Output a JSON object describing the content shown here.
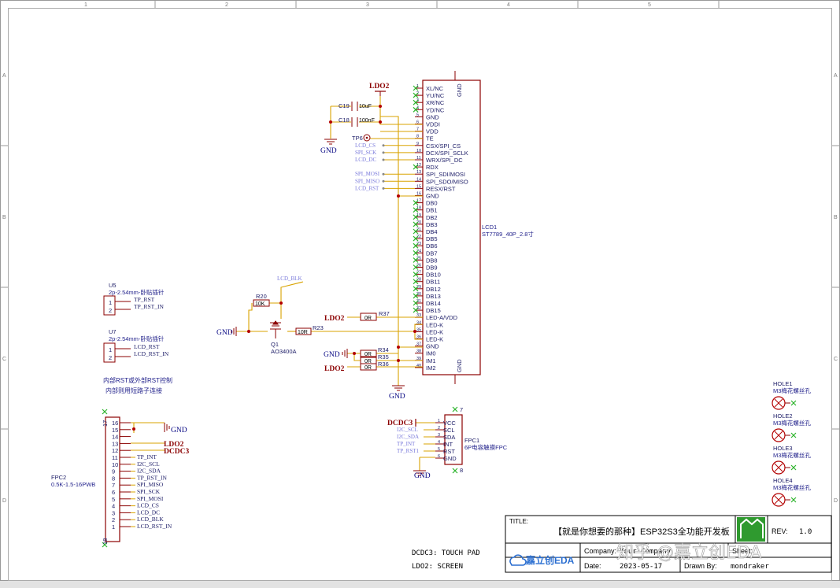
{
  "frame": {
    "cols": [
      "1",
      "2",
      "3",
      "4",
      "5"
    ],
    "rows": [
      "A",
      "B",
      "C",
      "D"
    ]
  },
  "lcd": {
    "ref": "LCD1",
    "value": "ST7789_40P_2.8寸",
    "gnd_top": "GND",
    "gnd_bottom": "GND",
    "pins": [
      "XL/NC",
      "YU/NC",
      "XR/NC",
      "YD/NC",
      "GND",
      "VDDI",
      "VDD",
      "TE",
      "CSX/SPI_CS",
      "DCX/SPI_SCLK",
      "WRX/SPI_DC",
      "RDX",
      "SPI_SDI/MOSI",
      "SPI_SDO/MISO",
      "RESX/RST",
      "GND",
      "DB0",
      "DB1",
      "DB2",
      "DB3",
      "DB4",
      "DB5",
      "DB6",
      "DB7",
      "DB8",
      "DB9",
      "DB10",
      "DB11",
      "DB12",
      "DB13",
      "DB14",
      "DB15",
      "LED-A/VDD",
      "LED-K",
      "LED-K",
      "LED-K",
      "GND",
      "IM0",
      "IM1",
      "IM2"
    ],
    "pin_numbers": [
      "1",
      "2",
      "3",
      "4",
      "5",
      "6",
      "7",
      "8",
      "9",
      "10",
      "11",
      "12",
      "13",
      "14",
      "15",
      "16",
      "17",
      "18",
      "19",
      "20",
      "21",
      "22",
      "23",
      "24",
      "25",
      "26",
      "27",
      "28",
      "29",
      "30",
      "31",
      "32",
      "33",
      "34",
      "35",
      "36",
      "37",
      "38",
      "39",
      "40"
    ],
    "net_labels": [
      {
        "pin": 9,
        "text": "LCD_CS"
      },
      {
        "pin": 10,
        "text": "SPI_SCK"
      },
      {
        "pin": 11,
        "text": "LCD_DC"
      },
      {
        "pin": 13,
        "text": "SPI_MOSI"
      },
      {
        "pin": 14,
        "text": "SPI_MISO"
      },
      {
        "pin": 15,
        "text": "LCD_RST"
      }
    ]
  },
  "power": {
    "ldo2": "LDO2",
    "gnd": "GND",
    "dcdc3": "DCDC3"
  },
  "caps": [
    {
      "ref": "C19",
      "value": "10uF"
    },
    {
      "ref": "C18",
      "value": "100nF"
    }
  ],
  "tp6": "TP6",
  "resistors": [
    {
      "ref": "R37",
      "value": "0R"
    },
    {
      "ref": "R34",
      "value": "0R"
    },
    {
      "ref": "R35",
      "value": "0R"
    },
    {
      "ref": "R36",
      "value": "0R"
    },
    {
      "ref": "R20",
      "value": "10K"
    },
    {
      "ref": "R23",
      "value": "10R"
    }
  ],
  "mosfet": {
    "ref": "Q1",
    "value": "AO3400A",
    "net": "LCD_BLK"
  },
  "u5": {
    "ref": "U5",
    "value": "2p-2.54mm-卧贴插针",
    "pins": [
      "1",
      "2"
    ],
    "nets": [
      "TP_RST",
      "TP_RST_IN"
    ]
  },
  "u7": {
    "ref": "U7",
    "value": "2p-2.54mm-卧贴插针",
    "pins": [
      "1",
      "2"
    ],
    "nets": [
      "LCD_RST",
      "LCD_RST_IN"
    ]
  },
  "note": {
    "line1": "内部RST或外部RST控制",
    "line2": "内部则用短路子连接"
  },
  "fpc2": {
    "ref": "FPC2",
    "value": "0.5K-1.5-16PWB",
    "corner_top": "17",
    "corner_bottom": "18",
    "pins": [
      "16",
      "15",
      "14",
      "13",
      "12",
      "11",
      "10",
      "9",
      "8",
      "7",
      "6",
      "5",
      "4",
      "3",
      "2",
      "1"
    ],
    "nets": [
      "",
      "",
      "",
      "",
      "",
      "TP_INT",
      "I2C_SCL",
      "I2C_SDA",
      "TP_RST_IN",
      "SPI_MISO",
      "SPI_SCK",
      "SPI_MOSI",
      "LCD_CS",
      "LCD_DC",
      "LCD_BLK",
      "LCD_RST_IN"
    ]
  },
  "fpc1": {
    "ref": "FPC1",
    "value": "6P电容触摸FPC",
    "corner": "7",
    "corner_bottom": "8",
    "pins": [
      "VCC",
      "SCL",
      "SDA",
      "INT",
      "RST",
      "GND"
    ],
    "pin_numbers": [
      "1",
      "2",
      "3",
      "4",
      "5",
      "6"
    ],
    "nets": [
      "",
      "I2C_SCL",
      "I2C_SDA",
      "TP_INT",
      "TP_RST1",
      ""
    ]
  },
  "holes": [
    {
      "ref": "HOLE1",
      "value": "M3梅花螺丝孔"
    },
    {
      "ref": "HOLE2",
      "value": "M3梅花螺丝孔"
    },
    {
      "ref": "HOLE3",
      "value": "M3梅花螺丝孔"
    },
    {
      "ref": "HOLE4",
      "value": "M3梅花螺丝孔"
    }
  ],
  "notes": {
    "dcdc3": "DCDC3: TOUCH PAD",
    "ldo2": "LDO2: SCREEN"
  },
  "titleblock": {
    "title_label": "TITLE:",
    "title": "【就是你想要的那种】ESP32S3全功能开发板",
    "rev_label": "REV:",
    "rev": "1.0",
    "company_label": "Company:",
    "company": "Your Company",
    "sheet_label": "Sheet:",
    "date_label": "Date:",
    "date": "2023-05-17",
    "drawn_label": "Drawn By:",
    "drawn": "mondraker",
    "logo": "嘉立创EDA"
  },
  "watermark": "知乎 @嘉立创EDA",
  "colors": {
    "wire": "#d9a300",
    "part": "#8b0000",
    "net": "#8b0000",
    "label": "#1f1f8a",
    "nc": "#2fb52f"
  }
}
